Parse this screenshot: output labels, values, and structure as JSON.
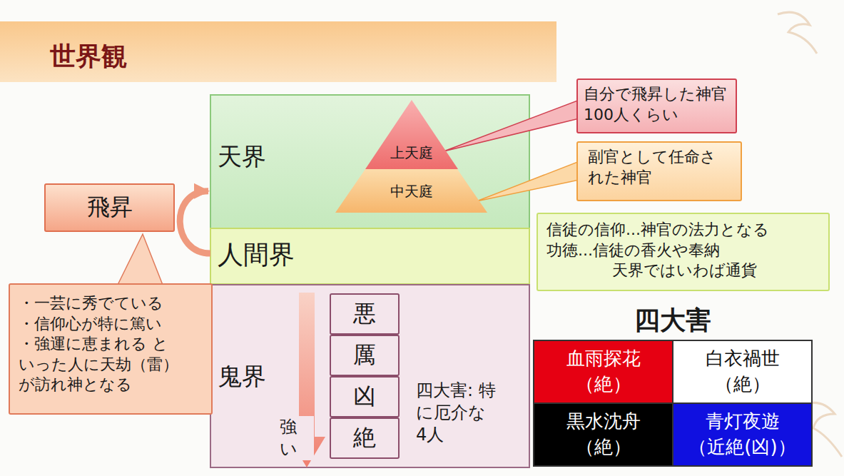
{
  "diagram": {
    "title": "世界観",
    "nodes": [
      {
        "text": [
          "天界"
        ]
      },
      {
        "text": [
          "上天庭"
        ],
        "in": 0
      },
      {
        "text": [
          "中天庭"
        ],
        "in": 0
      },
      {
        "text": [
          "人間界"
        ]
      },
      {
        "text": [
          "鬼界"
        ]
      },
      {
        "text": [
          "悪"
        ],
        "in": 4
      },
      {
        "text": [
          "厲"
        ],
        "in": 4
      },
      {
        "text": [
          "凶"
        ],
        "in": 4
      },
      {
        "text": [
          "絶"
        ],
        "in": 4
      },
      {
        "text": [
          "飛昇"
        ]
      },
      {
        "text": [
          "・一芸に秀でている ・信仰心が特に篤い ・強運に恵まれる といった人に天劫（雷）が訪れ神となる"
        ]
      },
      {
        "text": [
          "自分で飛昇した神官 100人くらい"
        ]
      },
      {
        "text": [
          "副官として任命された神官"
        ]
      },
      {
        "text": [
          "信徒の信仰...神官の法力となる",
          "功徳...信徒の香火や奉納",
          "天界ではいわば通貨"
        ]
      }
    ],
    "edges": [
      {
        "from": 3,
        "to": 0,
        "arrow": "to"
      }
    ],
    "labels": [
      "強い",
      "四大害: 特に厄介な4人",
      "四大害",
      "血雨探花",
      "（絶）",
      "白衣禍世",
      "（絶）",
      "黒水沈舟",
      "（絶）",
      "青灯夜遊",
      "（近絶(凶)）"
    ]
  }
}
